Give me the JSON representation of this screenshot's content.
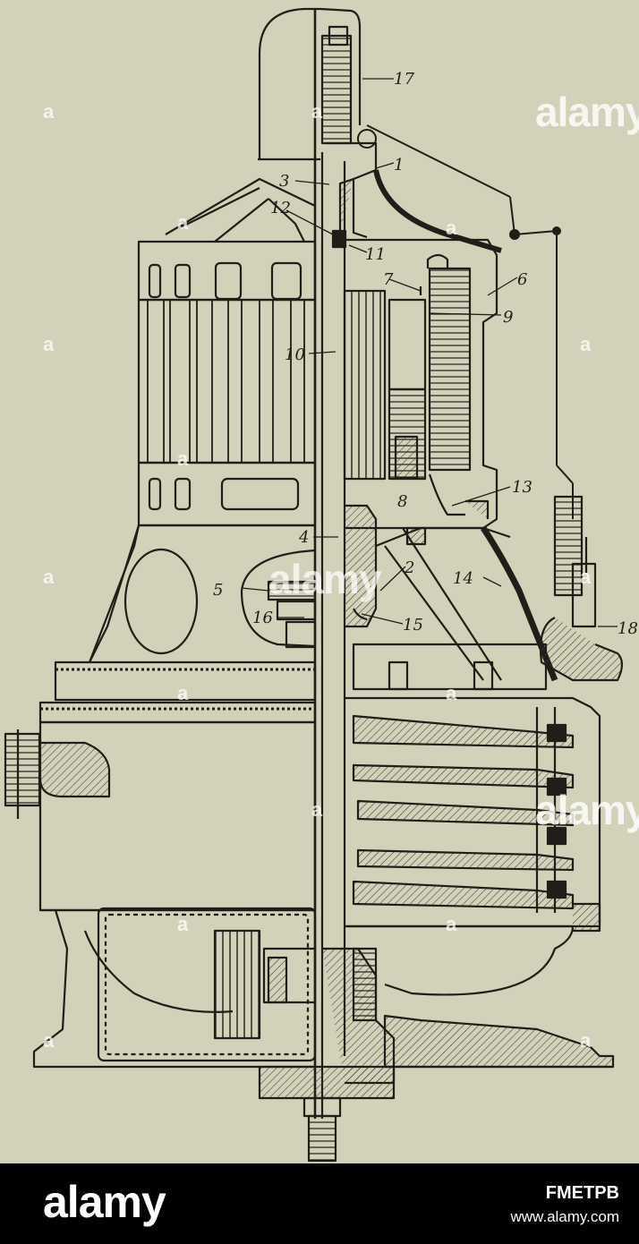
{
  "diagram": {
    "part_labels": [
      "1",
      "2",
      "3",
      "4",
      "5",
      "6",
      "7",
      "8",
      "9",
      "10",
      "11",
      "12",
      "13",
      "14",
      "15",
      "16",
      "17",
      "18"
    ],
    "colors": {
      "paper": "#d3d1b9",
      "ink": "#1f1e18",
      "hatch": "#3a3930"
    }
  },
  "watermarks": {
    "main": "alamy",
    "small": "a"
  },
  "footer": {
    "logo": "alamy",
    "image_id": "FMETPB",
    "url": "www.alamy.com"
  }
}
